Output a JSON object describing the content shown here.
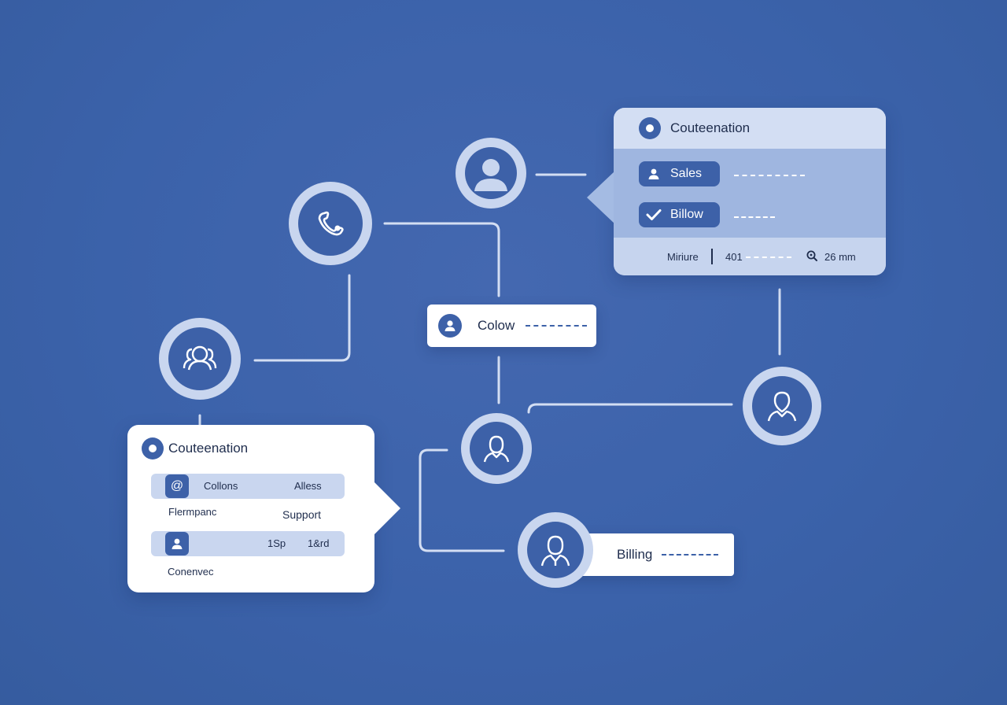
{
  "colors": {
    "background": "#3b62aa",
    "accent": "#3d61a8",
    "node_ring": "#c9d6ef",
    "panel_light": "#d3def3",
    "panel_mid": "#9fb6e0",
    "connector": "#d3def3"
  },
  "top_panel": {
    "title": "Couteenation",
    "items": [
      {
        "label": "Sales",
        "icon": "user-icon"
      },
      {
        "label": "Billow",
        "icon": "check-icon"
      }
    ],
    "footer": {
      "left": "Miriure",
      "middle": "401",
      "right": "26 mm",
      "right_icon": "zoom-icon"
    }
  },
  "chips": {
    "colow": {
      "label": "Colow",
      "icon": "user-icon"
    },
    "billing": {
      "label": "Billing"
    }
  },
  "bottom_panel": {
    "title": "Couteenation",
    "row1": {
      "icon": "at-icon",
      "icon_glyph": "@",
      "col1": "Collons",
      "col2": "Alless"
    },
    "sub1": {
      "left": "Flermpanc",
      "right": "Support"
    },
    "row2": {
      "icon": "user-icon",
      "col1": "1Sp",
      "col2": "1&rd"
    },
    "sub2": {
      "left": "Conenvec"
    }
  },
  "nodes": [
    {
      "name": "user-node-top",
      "icon": "user-icon"
    },
    {
      "name": "phone-node",
      "icon": "phone-icon"
    },
    {
      "name": "group-node",
      "icon": "group-icon"
    },
    {
      "name": "user-node-center",
      "icon": "user-icon"
    },
    {
      "name": "user-node-right",
      "icon": "user-icon"
    },
    {
      "name": "user-node-bottom",
      "icon": "user-icon"
    }
  ]
}
